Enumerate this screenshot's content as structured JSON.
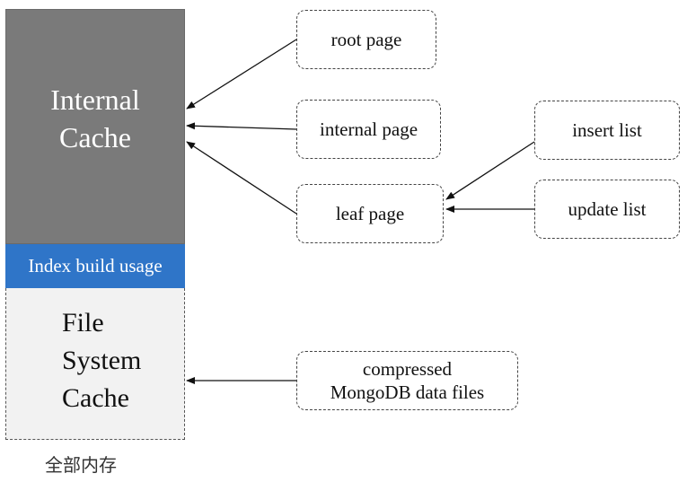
{
  "memory": {
    "internal_cache": [
      "Internal",
      "Cache"
    ],
    "index_build": "Index build usage",
    "fs_cache": [
      "File",
      "System",
      "Cache"
    ],
    "label": "全部内存"
  },
  "boxes": {
    "root_page": "root page",
    "internal_page": "internal page",
    "leaf_page": "leaf page",
    "insert_list": "insert list",
    "update_list": "update list",
    "compressed": [
      "compressed",
      "MongoDB data files"
    ]
  },
  "colors": {
    "internal_cache": "#7a7a7a",
    "index_build": "#2f75c8",
    "fs_cache": "#f2f2f2"
  }
}
